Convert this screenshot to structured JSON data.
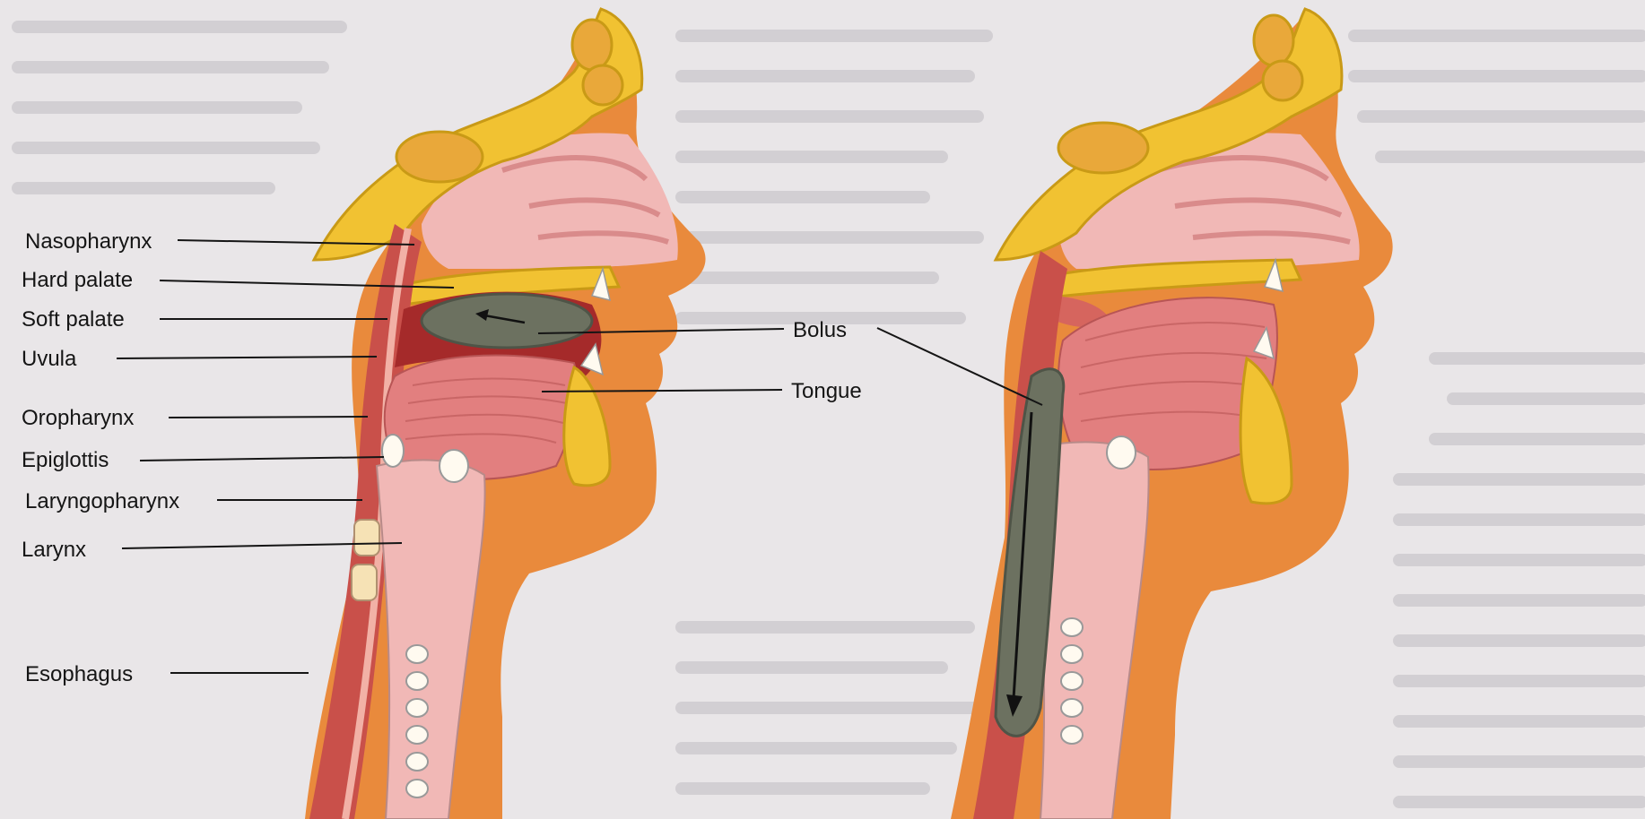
{
  "diagram": {
    "left_labels": [
      {
        "id": "nasopharynx",
        "text": "Nasopharynx"
      },
      {
        "id": "hard-palate",
        "text": "Hard palate"
      },
      {
        "id": "soft-palate",
        "text": "Soft palate"
      },
      {
        "id": "uvula",
        "text": "Uvula"
      },
      {
        "id": "oropharynx",
        "text": "Oropharynx"
      },
      {
        "id": "epiglottis",
        "text": "Epiglottis"
      },
      {
        "id": "laryngopharynx",
        "text": "Laryngopharynx"
      },
      {
        "id": "larynx",
        "text": "Larynx"
      },
      {
        "id": "esophagus",
        "text": "Esophagus"
      }
    ],
    "right_labels": [
      {
        "id": "bolus",
        "text": "Bolus"
      },
      {
        "id": "tongue",
        "text": "Tongue"
      }
    ],
    "colors": {
      "bone": "#f1c232",
      "bone_dark": "#c99a16",
      "soft_tissue": "#e8a0a0",
      "tissue_pink": "#f1b8b6",
      "muscle": "#d6655e",
      "skin": "#e98a3c",
      "bolus": "#6c7160",
      "background": "#e9e6e8"
    }
  }
}
